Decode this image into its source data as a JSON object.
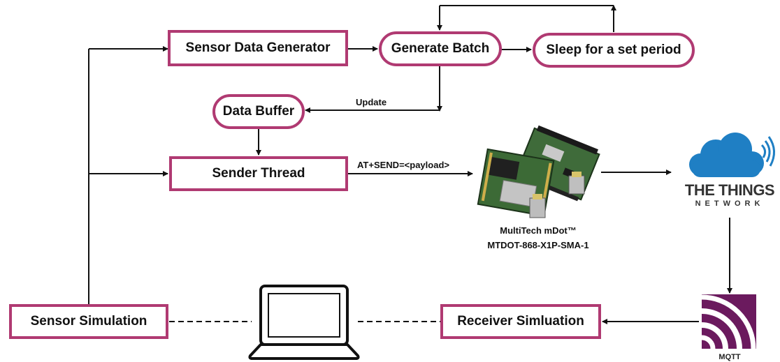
{
  "nodes": {
    "sensor_data_generator": "Sensor Data Generator",
    "generate_batch": "Generate Batch",
    "sleep": "Sleep for a set period",
    "data_buffer": "Data Buffer",
    "sender_thread": "Sender Thread",
    "sensor_simulation": "Sensor Simulation",
    "receiver_simulation": "Receiver Simluation"
  },
  "edge_labels": {
    "update": "Update",
    "at_send": "AT+SEND=<payload>"
  },
  "device": {
    "name": "MultiTech mDot™",
    "model": "MTDOT-868-X1P-SMA-1"
  },
  "network": {
    "line1": "THE THINGS",
    "line2": "NETWORK"
  },
  "broker": {
    "name": "MQTT"
  },
  "colors": {
    "box_border": "#b03a72",
    "cloud": "#1f7fc4",
    "mqtt": "#6b1a5e",
    "text": "#111111"
  },
  "icons": [
    "laptop-icon",
    "cloud-icon",
    "mqtt-logo-icon",
    "mdot-module-image"
  ]
}
